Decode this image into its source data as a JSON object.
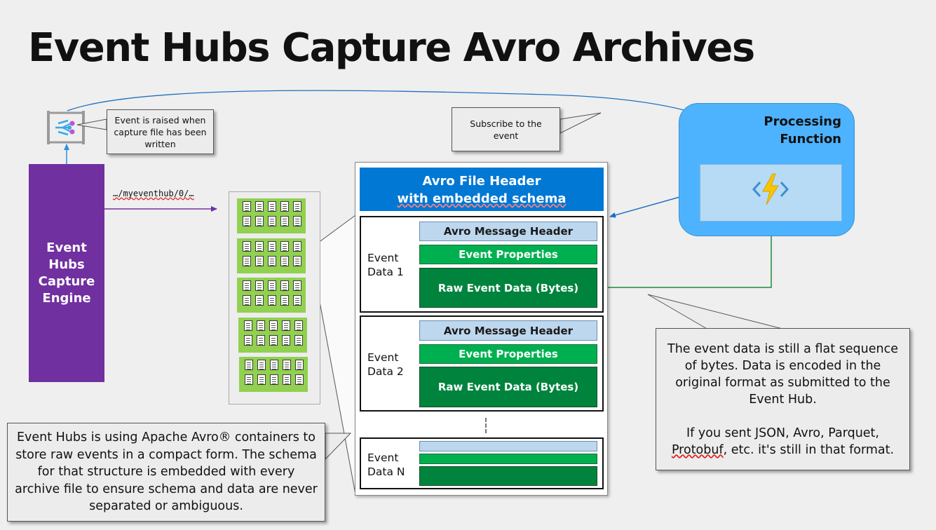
{
  "title": "Event Hubs Capture Avro Archives",
  "callouts": {
    "raised": "Event is raised when capture file has been written",
    "subscribe": "Subscribe to the event",
    "flat_line1": "The event data is still a flat sequence of bytes. Data is encoded in the original format as submitted to the Event Hub.",
    "flat_line2_word": "Protobuf",
    "flat_line2_pre": "If you sent JSON, Avro, Parquet, ",
    "flat_line2_post": ", etc. it's still in that format.",
    "avro_note": "Event Hubs is using Apache Avro® containers to store raw events in a compact form. The schema for that structure is embedded with every archive file to ensure schema and data are never separated or ambiguous."
  },
  "engine": {
    "label": "Event Hubs Capture Engine"
  },
  "path_label": "…/myeventhub/0/…",
  "avro": {
    "header_line1": "Avro File Header",
    "header_line2": "with embedded schema",
    "message_header": "Avro Message Header",
    "event_properties": "Event Properties",
    "raw_data": "Raw Event Data (Bytes)",
    "event1": "Event Data 1",
    "event2": "Event Data 2",
    "eventN": "Event Data N"
  },
  "processing": {
    "title": "Processing Function"
  },
  "colors": {
    "engine": "#7030a0",
    "file_header": "#0078d4",
    "message_header": "#bdd7ee",
    "event_properties": "#00b050",
    "raw_data": "#00843d",
    "files": "#92d050",
    "processing": "#4db3ff"
  },
  "icons": [
    "event-grid-icon",
    "function-lightning-icon",
    "file-icon"
  ]
}
